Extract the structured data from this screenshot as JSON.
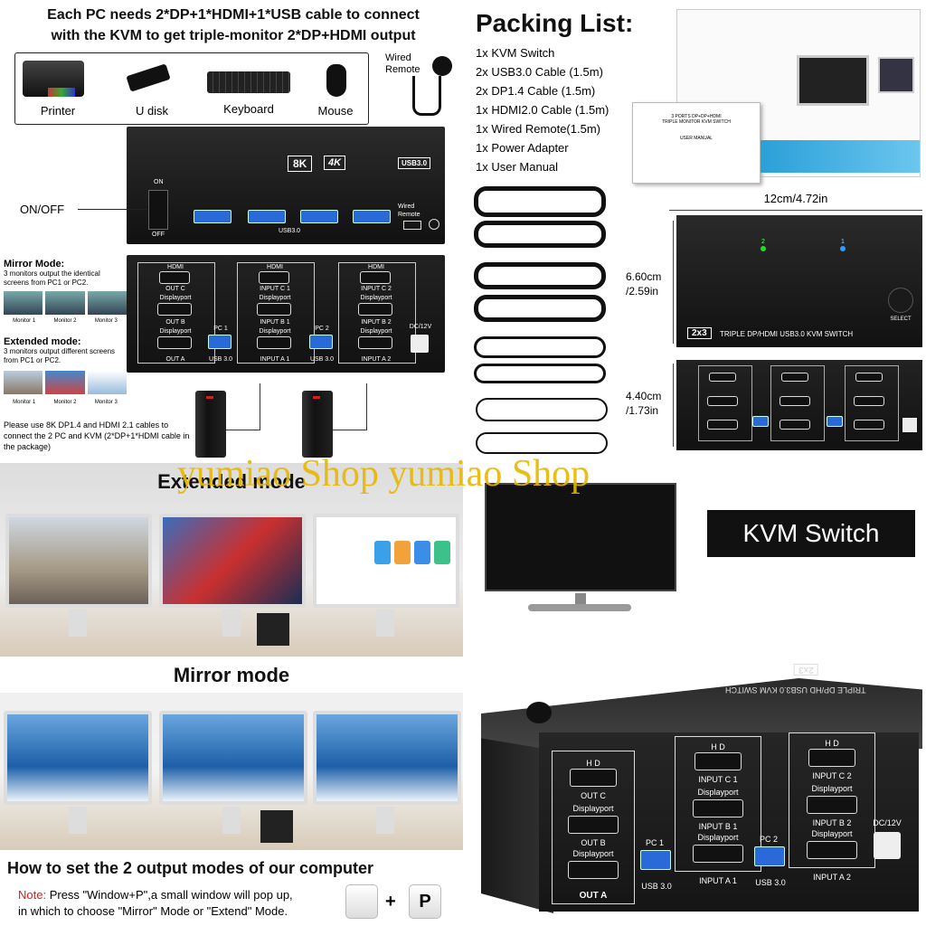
{
  "top_left": {
    "heading_line1": "Each PC needs 2*DP+1*HDMI+1*USB cable to connect",
    "heading_line2": "with the KVM to get triple-monitor 2*DP+HDMI output",
    "peripherals": [
      "Printer",
      "U disk",
      "Keyboard",
      "Mouse"
    ],
    "wired_remote": "Wired\nRemote",
    "onoff": "ON/OFF",
    "on": "ON",
    "off": "OFF",
    "badge_8k": "8K",
    "badge_4k": "4K",
    "badge_usb": "USB3.0",
    "usb30": "USB3.0",
    "wired_remote_port": "Wired\nRemote",
    "mirror_title": "Mirror Mode:",
    "mirror_desc": "3 monitors output the identical screens from PC1 or PC2.",
    "extended_title": "Extended mode:",
    "extended_desc": "3 monitors output different screens from PC1 or PC2.",
    "monitors": [
      "Monitor 1",
      "Monitor 2",
      "Monitor 3"
    ],
    "cable_note": "Please use 8K DP1.4 and HDMI 2.1 cables to connect the 2 PC and KVM (2*DP+1*HDMI cable in the package)",
    "rear": {
      "hdmi": "HDMI",
      "out_c": "OUT C",
      "displayport": "Displayport",
      "out_b": "OUT B",
      "out_a": "OUT A",
      "input_c1": "INPUT C 1",
      "input_b1": "INPUT B 1",
      "input_a1": "INPUT A 1",
      "input_c2": "INPUT C 2",
      "input_b2": "INPUT B 2",
      "input_a2": "INPUT A 2",
      "pc1": "PC 1",
      "pc2": "PC 2",
      "usb": "USB 3.0",
      "dc": "DC/12V"
    }
  },
  "packing": {
    "title": "Packing List:",
    "items": [
      "1x KVM Switch",
      "2x USB3.0 Cable (1.5m)",
      "2x DP1.4 Cable (1.5m)",
      "1x HDMI2.0 Cable (1.5m)",
      "1x Wired Remote(1.5m)",
      "1x Power Adapter",
      "1x User Manual"
    ],
    "manual_line1": "3 PORTS DP+DP+HDMI",
    "manual_line2": "TRIPLE MONITOR KVM SWITCH",
    "manual_line3": "USER MANUAL"
  },
  "dims": {
    "width": "12cm/4.72in",
    "height1": "6.60cm\n/2.59in",
    "height2": "4.40cm\n/1.73in",
    "select": "SELECT",
    "front_label_badge": "2x3",
    "front_label": "TRIPLE DP/HDMI USB3.0 KVM SWITCH",
    "led1": "2",
    "led2": "1"
  },
  "watermark": "yumiao Shop yumiao Shop",
  "extended_mode": "Extended mode",
  "kvm_switch": "KVM Switch",
  "mirror_mode": "Mirror mode",
  "howto": {
    "title": "How to set the 2 output modes of our computer",
    "note_label": "Note:",
    "note_text": " Press \"Window+P\",a small window will pop up,",
    "note_line2": "in which to choose \"Mirror\" Mode or \"Extend\" Mode.",
    "plus": "+",
    "key_p": "P"
  },
  "bigbox": {
    "top_label": "TRIPLE DP/HD USB3.0 KVM SWITCH",
    "badge": "2x3",
    "hd": "H D",
    "out_c": "OUT C",
    "displayport": "Displayport",
    "out_b": "OUT B",
    "out_a": "OUT A",
    "input_c1": "INPUT C 1",
    "input_b1": "INPUT B 1",
    "input_a1": "INPUT A 1",
    "input_c2": "INPUT C 2",
    "input_b2": "INPUT B 2",
    "input_a2": "INPUT A 2",
    "pc1": "PC 1",
    "pc2": "PC 2",
    "usb": "USB 3.0",
    "dc": "DC/12V"
  },
  "colors": {
    "accent_blue": "#2a6ad8",
    "note_red": "#d02020",
    "watermark": "#e8b800"
  }
}
